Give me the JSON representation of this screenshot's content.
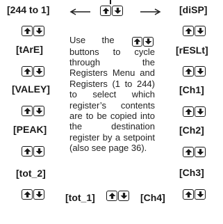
{
  "labels": {
    "r244": "[244 to 1]",
    "tare": "[tArE]",
    "valley": "[VALEY]",
    "peak": "[PEAK]",
    "tot2": "[tot_2]",
    "tot1": "[tot_1]",
    "disp": "[diSP]",
    "reslt": "[rESLt]",
    "ch1": "[Ch1]",
    "ch2": "[Ch2]",
    "ch3": "[Ch3]",
    "ch4": "[Ch4]"
  },
  "description": {
    "part1": "Use the",
    "part2": "buttons to cycle through the Registers Menu and Registers (1 to 244) to select which register’s contents are to be copied into the destination register by a setpoint (also see page 36)."
  },
  "icons": {
    "key_up": "up-arrow-key-icon",
    "key_down": "down-arrow-key-icon",
    "arrow_left": "left-arrow-icon",
    "arrow_right": "right-arrow-icon"
  },
  "colors": {
    "ink": "#1a1a1a",
    "background": "#ffffff"
  }
}
